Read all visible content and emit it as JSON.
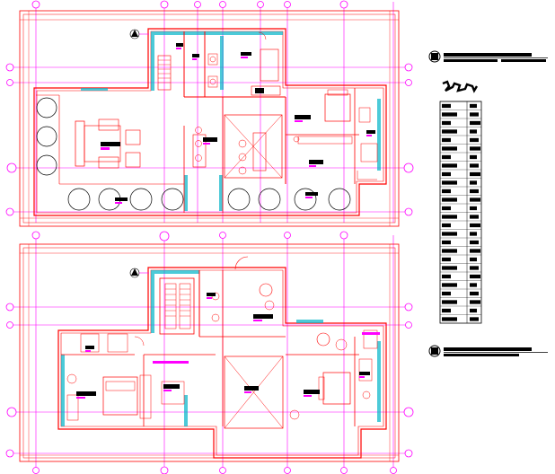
{
  "drawing": {
    "colors": {
      "wall": "#ff0000",
      "grid": "#ff00ff",
      "text_block": "#000000",
      "tag": "#ff00ff",
      "furniture": "#ff0000",
      "cyan": "#00b4c8",
      "background": "#ffffff"
    },
    "plans": [
      {
        "id": "upper-floor-plan"
      },
      {
        "id": "lower-floor-plan"
      }
    ],
    "legend": {
      "rows": 26
    }
  }
}
